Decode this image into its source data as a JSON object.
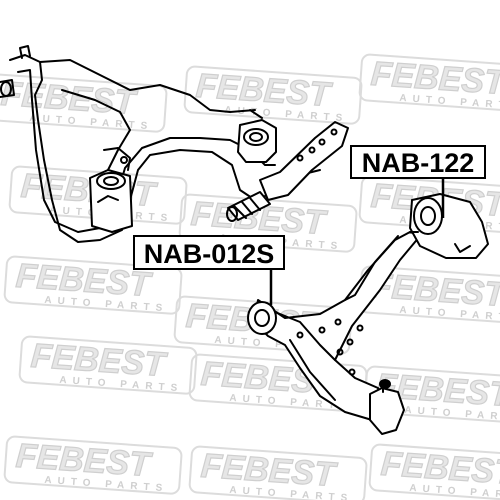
{
  "watermark": {
    "brand": "FEBEST",
    "tagline": "AUTO PARTS"
  },
  "callouts": {
    "part_a": "NAB-122",
    "part_b": "NAB-012S"
  },
  "colors": {
    "line": "#000000",
    "watermark": "#d8d8d8",
    "background": "#ffffff"
  }
}
